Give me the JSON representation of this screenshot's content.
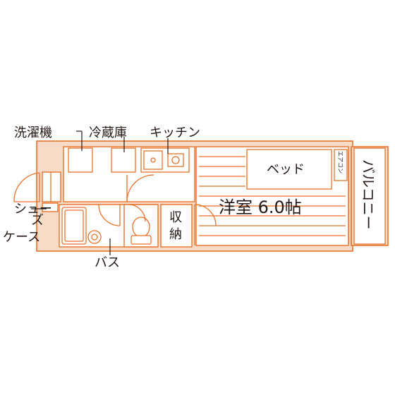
{
  "labels": {
    "washer": "洗濯機",
    "fridge": "冷蔵庫",
    "kitchen": "キッチン",
    "bed": "ベッド",
    "aircon": "エアコン",
    "balcony": "バルコニー",
    "western_room": "洋室 6.0帖",
    "storage_1": "収",
    "storage_2": "納",
    "shoe_1": "シュー",
    "shoe_2": "ズ",
    "shoe_3": "ケース",
    "bath": "バス"
  },
  "colors": {
    "line": "#e8722a",
    "wall_fill": "#f6dcc7",
    "text": "#231815"
  }
}
